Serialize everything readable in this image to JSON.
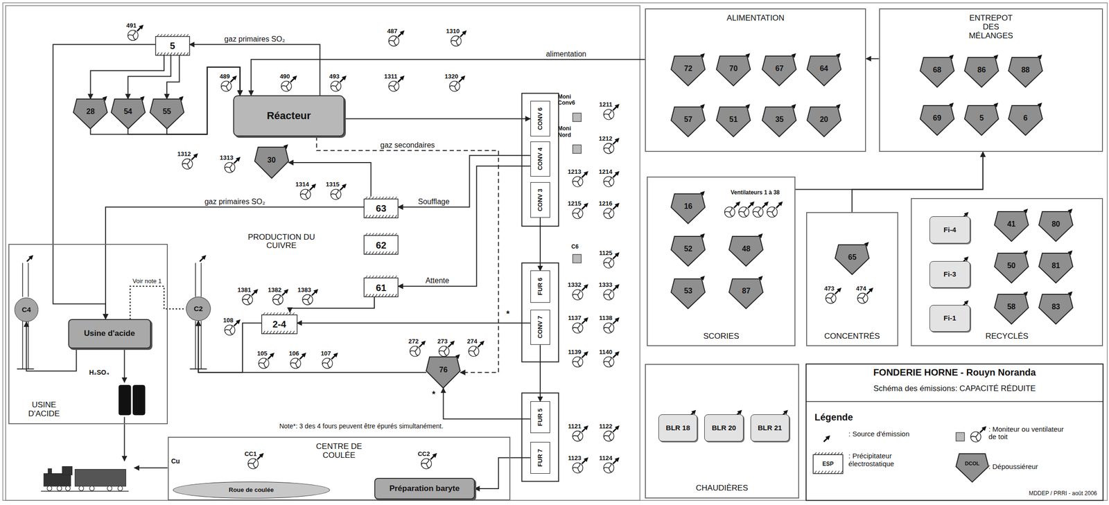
{
  "diagram": {
    "title": "FONDERIE HORNE - Rouyn Noranda",
    "caption": "Schéma des émissions: CAPACITÉ RÉDUITE",
    "nodes": [
      {
        "text": [
          "ALIMENTATION"
        ]
      },
      {
        "text": [
          "ENTREPOT DES MÉLANGES"
        ]
      },
      {
        "text": [
          "72"
        ],
        "in": 0
      },
      {
        "text": [
          "70"
        ],
        "in": 0
      },
      {
        "text": [
          "67"
        ],
        "in": 0
      },
      {
        "text": [
          "64"
        ],
        "in": 0
      },
      {
        "text": [
          "57"
        ],
        "in": 0
      },
      {
        "text": [
          "51"
        ],
        "in": 0
      },
      {
        "text": [
          "35"
        ],
        "in": 0
      },
      {
        "text": [
          "20"
        ],
        "in": 0
      },
      {
        "text": [
          "68"
        ],
        "in": 1
      },
      {
        "text": [
          "86"
        ],
        "in": 1
      },
      {
        "text": [
          "88"
        ],
        "in": 1
      },
      {
        "text": [
          "69"
        ],
        "in": 1
      },
      {
        "text": [
          "5"
        ],
        "in": 1
      },
      {
        "text": [
          "6"
        ],
        "in": 1
      },
      {
        "text": [
          "SCORIES"
        ]
      },
      {
        "text": [
          "CONCENTRÉS"
        ]
      },
      {
        "text": [
          "RECYCLÉS"
        ]
      },
      {
        "text": [
          "16"
        ],
        "in": 16
      },
      {
        "text": [
          "52"
        ],
        "in": 16
      },
      {
        "text": [
          "53"
        ],
        "in": 16
      },
      {
        "text": [
          "48"
        ],
        "in": 16
      },
      {
        "text": [
          "87"
        ],
        "in": 16
      },
      {
        "text": [
          "65"
        ],
        "in": 17
      },
      {
        "text": [
          "Fi-4"
        ],
        "in": 18
      },
      {
        "text": [
          "Fi-3"
        ],
        "in": 18
      },
      {
        "text": [
          "Fi-1"
        ],
        "in": 18
      },
      {
        "text": [
          "41"
        ],
        "in": 18
      },
      {
        "text": [
          "80"
        ],
        "in": 18
      },
      {
        "text": [
          "50"
        ],
        "in": 18
      },
      {
        "text": [
          "81"
        ],
        "in": 18
      },
      {
        "text": [
          "58"
        ],
        "in": 18
      },
      {
        "text": [
          "83"
        ],
        "in": 18
      },
      {
        "text": [
          "CHAUDIÈRES"
        ]
      },
      {
        "text": [
          "BLR 18"
        ],
        "in": 34
      },
      {
        "text": [
          "BLR 20"
        ],
        "in": 34
      },
      {
        "text": [
          "BLR 21"
        ],
        "in": 34
      },
      {
        "text": [
          "USINE D'ACIDE"
        ]
      },
      {
        "text": [
          "C4"
        ],
        "in": 38
      },
      {
        "text": [
          "Usine d'acide"
        ],
        "in": 38
      },
      {
        "text": [
          "CENTRE DE COULÉE"
        ]
      },
      {
        "text": [
          "Roue de coulée"
        ],
        "in": 41
      },
      {
        "text": [
          "Préparation baryte"
        ],
        "in": 41
      },
      {
        "text": [
          "C2"
        ]
      },
      {
        "text": [
          "5"
        ]
      },
      {
        "text": [
          "28"
        ]
      },
      {
        "text": [
          "54"
        ]
      },
      {
        "text": [
          "55"
        ]
      },
      {
        "text": [
          "Réacteur"
        ]
      },
      {
        "text": [
          "30"
        ]
      },
      {
        "text": [
          "63"
        ]
      },
      {
        "text": [
          "62"
        ]
      },
      {
        "text": [
          "61"
        ]
      },
      {
        "text": [
          "2-4"
        ]
      },
      {
        "text": [
          "CONV 6"
        ]
      },
      {
        "text": [
          "CONV 4"
        ]
      },
      {
        "text": [
          "CONV 3"
        ]
      },
      {
        "text": [
          "FUR 6"
        ]
      },
      {
        "text": [
          "CONV 7"
        ]
      },
      {
        "text": [
          "FUR 5"
        ]
      },
      {
        "text": [
          "FUR 7"
        ]
      },
      {
        "text": [
          "76"
        ]
      }
    ],
    "edges": [
      {
        "from": 1,
        "to": 0,
        "arrow": "to"
      },
      {
        "from": 16,
        "to": 1,
        "arrow": "to"
      },
      {
        "from": 17,
        "to": 1,
        "arrow": "to"
      },
      {
        "from": 0,
        "to": 49,
        "label": "alimentation",
        "arrow": "to"
      },
      {
        "from": 49,
        "to": 45,
        "label": "gaz primaires SO₂",
        "arrow": "to"
      },
      {
        "from": 45,
        "to": 46,
        "arrow": "to"
      },
      {
        "from": 45,
        "to": 47,
        "arrow": "to"
      },
      {
        "from": 45,
        "to": 48,
        "arrow": "to"
      },
      {
        "from": 46,
        "to": 49,
        "arrow": "to"
      },
      {
        "from": 47,
        "to": 49,
        "arrow": "to"
      },
      {
        "from": 48,
        "to": 49,
        "arrow": "to"
      },
      {
        "from": 45,
        "to": 40,
        "arrow": "to"
      },
      {
        "from": 51,
        "to": 40,
        "label": "gaz primaires SO₂",
        "arrow": "to"
      },
      {
        "from": 49,
        "to": 55,
        "arrow": "to"
      },
      {
        "from": 49,
        "to": 62,
        "label": "gaz secondaires",
        "arrow": "to"
      },
      {
        "from": 56,
        "to": 51,
        "label": "Soufflage",
        "arrow": "to"
      },
      {
        "from": 56,
        "to": 53,
        "label": "Attente",
        "arrow": "to"
      },
      {
        "from": 51,
        "to": 50,
        "arrow": "to"
      },
      {
        "from": 53,
        "to": 54,
        "arrow": "to"
      },
      {
        "from": 59,
        "to": 54,
        "arrow": "to"
      },
      {
        "from": 54,
        "to": 44,
        "arrow": "to"
      },
      {
        "from": 62,
        "to": 44,
        "arrow": "to"
      },
      {
        "from": 60,
        "to": 62,
        "arrow": "to"
      },
      {
        "from": 57,
        "to": 58,
        "arrow": "to"
      },
      {
        "from": 59,
        "to": 60,
        "arrow": "to"
      },
      {
        "from": 61,
        "to": 43,
        "arrow": "to"
      },
      {
        "from": 40,
        "to": 39,
        "arrow": "to"
      },
      {
        "from": 40,
        "to": 44,
        "label": "Voir note 1",
        "arrow": "none"
      }
    ],
    "labels": [
      "491",
      "487",
      "1310",
      "489",
      "490",
      "493",
      "1311",
      "1320",
      "1211",
      "1212",
      "1213",
      "1214",
      "1215",
      "1216",
      "1312",
      "1313",
      "1314",
      "1315",
      "1125",
      "1332",
      "1333",
      "1137",
      "1138",
      "1139",
      "1140",
      "1381",
      "1382",
      "1383",
      "108",
      "105",
      "106",
      "107",
      "272",
      "273",
      "274",
      "1121",
      "1122",
      "1123",
      "1124",
      "473",
      "474",
      "CC1",
      "CC2",
      "Moni Conv6",
      "Moni Nord",
      "C6",
      "PRODUCTION DU CUIVRE",
      "H₂SO₄",
      "Cu",
      "*",
      "*",
      "Note*: 3 des 4 fours peuvent être épurés simultanément.",
      "Ventilateurs 1 à 38",
      "Légende",
      "ESP",
      "DCOL",
      "MDDEP / PRRI - août 2006"
    ],
    "legend": [
      {
        "text": ": Source d'émission"
      },
      {
        "text": ": Précipitateur électrostatique"
      },
      {
        "text": ": Moniteur ou ventilateur de toit"
      },
      {
        "text": ": Dépoussiéreur"
      }
    ]
  }
}
